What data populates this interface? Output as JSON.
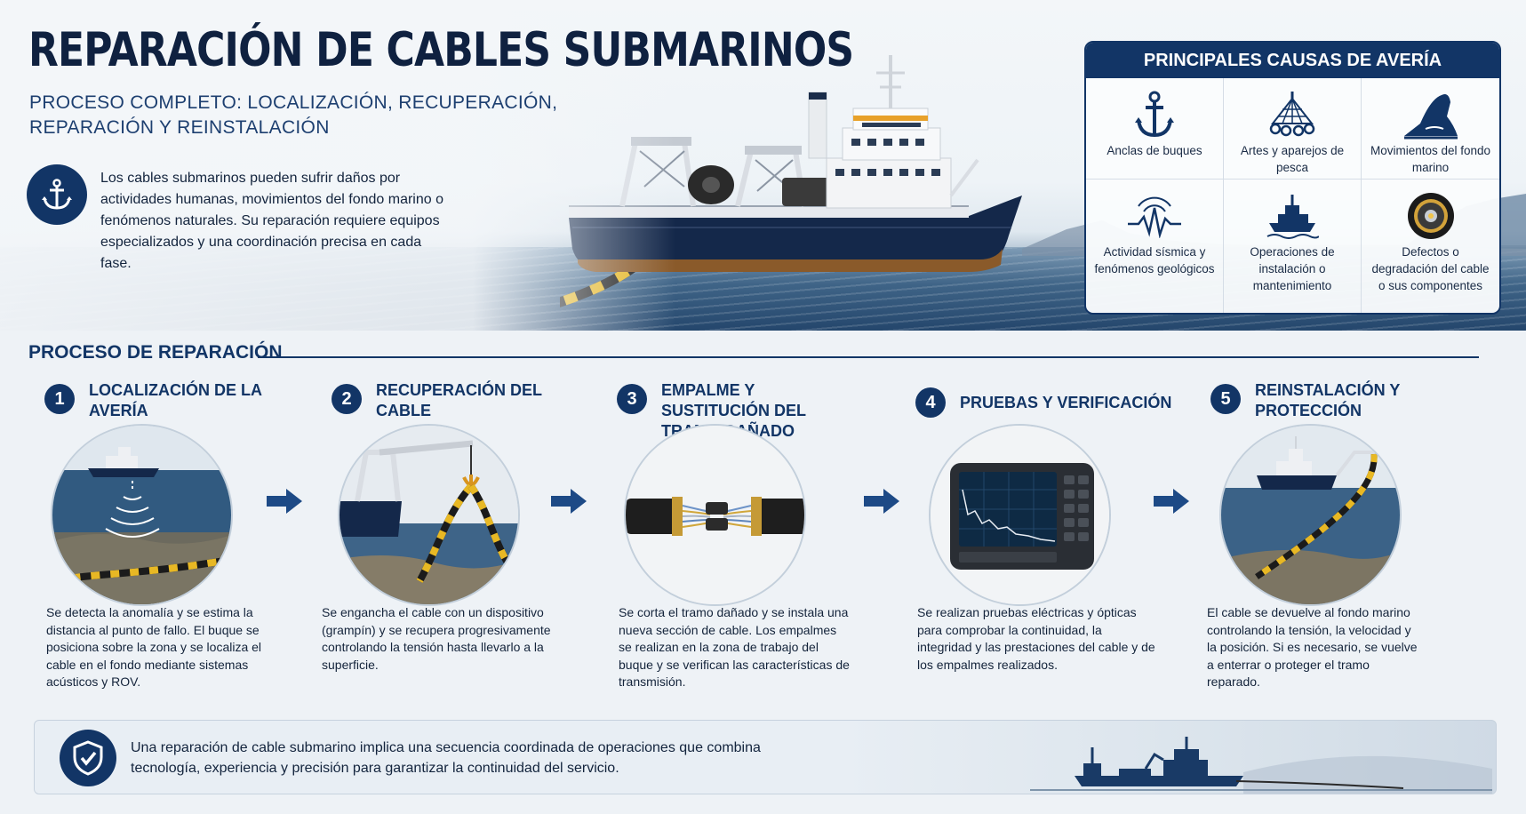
{
  "header": {
    "title": "REPARACIÓN DE CABLES SUBMARINOS",
    "subtitle": "PROCESO COMPLETO: LOCALIZACIÓN, RECUPERACIÓN, REPARACIÓN Y REINSTALACIÓN",
    "intro_icon": "anchor-icon",
    "intro": "Los cables submarinos pueden sufrir daños por actividades humanas, movimientos del fondo marino o fenómenos naturales. Su reparación requiere equipos especializados y una coordinación precisa en cada fase."
  },
  "causes": {
    "title": "PRINCIPALES CAUSAS DE AVERÍA",
    "items": [
      {
        "label": "Anclas de buques",
        "icon": "anchor-icon"
      },
      {
        "label": "Artes y aparejos de pesca",
        "icon": "fishing-net-icon"
      },
      {
        "label": "Movimientos del fondo marino",
        "icon": "seabed-slide-icon"
      },
      {
        "label": "Actividad sísmica y fenómenos geológicos",
        "icon": "seismic-wave-icon"
      },
      {
        "label": "Operaciones de instalación o mantenimiento",
        "icon": "ship-icon"
      },
      {
        "label": "Defectos o degradación del cable o sus componentes",
        "icon": "cable-section-icon"
      }
    ]
  },
  "process": {
    "title": "PROCESO DE REPARACIÓN",
    "steps": [
      {
        "number": "1",
        "title": "LOCALIZACIÓN DE LA AVERÍA",
        "text": "Se detecta la anomalía y se estima la distancia al punto de fallo. El buque se posiciona sobre la zona y se localiza el cable en el fondo mediante sistemas acústicos y ROV.",
        "image": "ship-sonar-illustration"
      },
      {
        "number": "2",
        "title": "RECUPERACIÓN DEL CABLE",
        "text": "Se engancha el cable con un dispositivo (grampín) y se recupera progresivamente controlando la tensión hasta llevarlo a la superficie.",
        "image": "crane-grapnel-illustration"
      },
      {
        "number": "3",
        "title": "EMPALME Y SUSTITUCIÓN DEL TRAMO DAÑADO",
        "text": "Se corta el tramo dañado y se instala una nueva sección de cable. Los empalmes se realizan en la zona de trabajo del buque y se verifican las características de transmisión.",
        "image": "cable-splice-illustration"
      },
      {
        "number": "4",
        "title": "PRUEBAS Y VERIFICACIÓN",
        "text": "Se realizan pruebas eléctricas y ópticas para comprobar la continuidad, la integridad y las prestaciones del cable y de los empalmes realizados.",
        "image": "otdr-tester-illustration"
      },
      {
        "number": "5",
        "title": "REINSTALACIÓN Y PROTECCIÓN",
        "text": "El cable se devuelve al fondo marino controlando la tensión, la velocidad y la posición. Si es necesario, se vuelve a enterrar o proteger el tramo reparado.",
        "image": "cable-laying-illustration"
      }
    ],
    "arrow_icon": "arrow-right-icon"
  },
  "footer": {
    "icon": "shield-check-icon",
    "text": "Una reparación de cable submarino implica una secuencia coordinada de operaciones que combina tecnología, experiencia y precisión para garantizar la continuidad del servicio."
  },
  "colors": {
    "navy": "#123566",
    "title": "#0f2140",
    "cable_yellow": "#e8b824",
    "sea": "#2f5478"
  }
}
